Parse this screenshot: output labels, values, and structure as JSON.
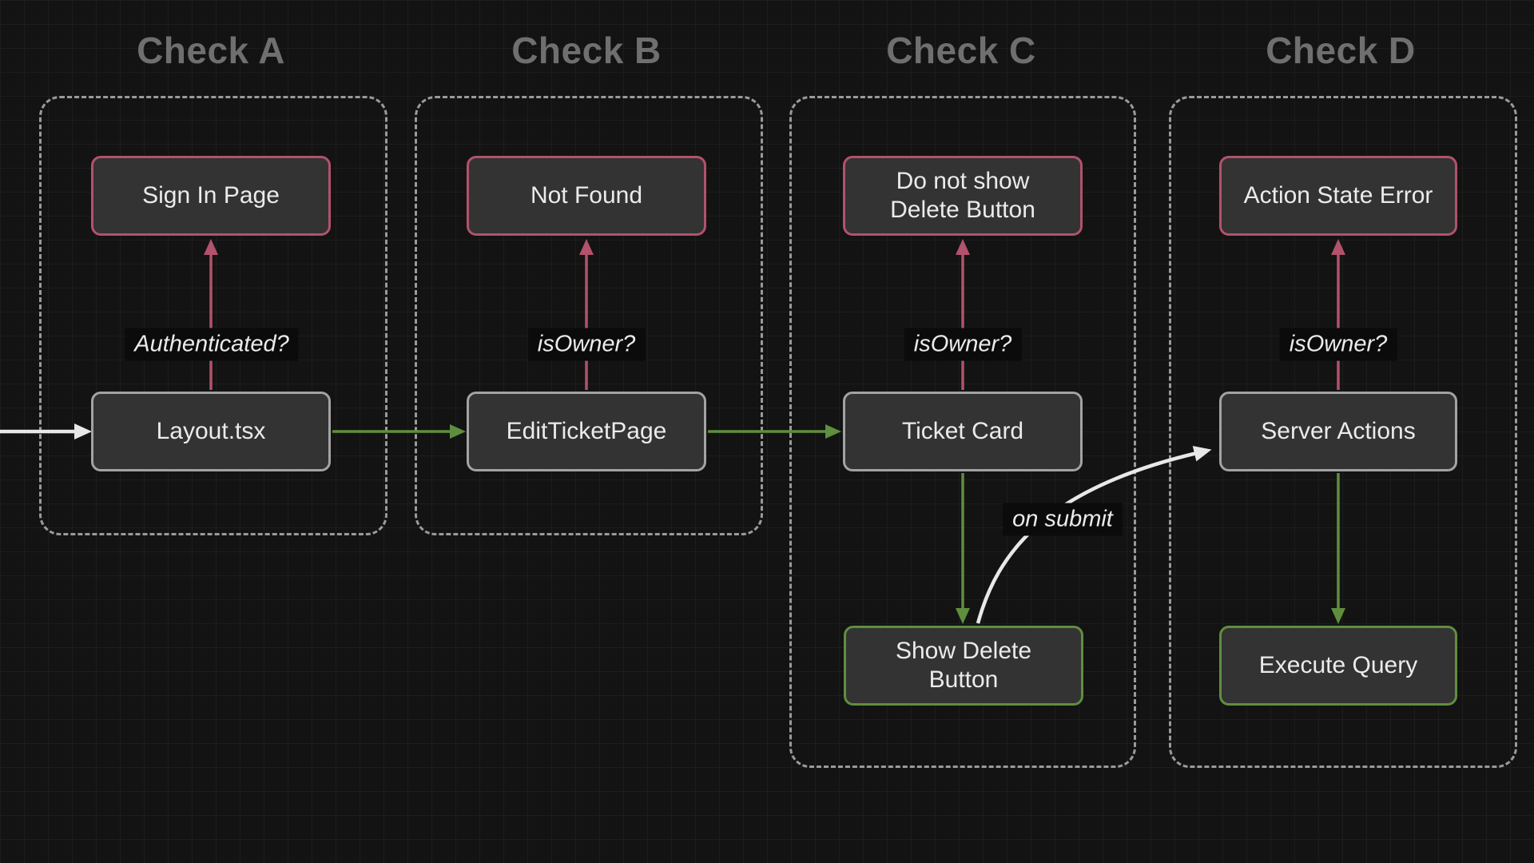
{
  "colors": {
    "bg": "#131313",
    "grid": "#1d1d1d",
    "node-fill": "#333333",
    "node-text": "#ebebeb",
    "pink": "#b2526c",
    "green": "#5f8e3e",
    "white-edge": "#e8e8e8",
    "gray-border": "#a3a3a3",
    "dash-border": "#9a9a9a",
    "title": "#6f6f6f",
    "label-bg": "#0b0b0b"
  },
  "columns": {
    "a": {
      "title": "Check A"
    },
    "b": {
      "title": "Check B"
    },
    "c": {
      "title": "Check C"
    },
    "d": {
      "title": "Check D"
    }
  },
  "nodes": {
    "sign_in_page": "Sign In Page",
    "layout_tsx": "Layout.tsx",
    "not_found": "Not Found",
    "edit_ticket_page": "EditTicketPage",
    "do_not_show_delete_button": "Do not show\nDelete Button",
    "ticket_card": "Ticket Card",
    "show_delete_button": "Show Delete\nButton",
    "action_state_error": "Action State Error",
    "server_actions": "Server Actions",
    "execute_query": "Execute Query"
  },
  "edge_labels": {
    "authenticated": "Authenticated?",
    "is_owner_b": "isOwner?",
    "is_owner_c": "isOwner?",
    "is_owner_d": "isOwner?",
    "on_submit": "on submit"
  }
}
